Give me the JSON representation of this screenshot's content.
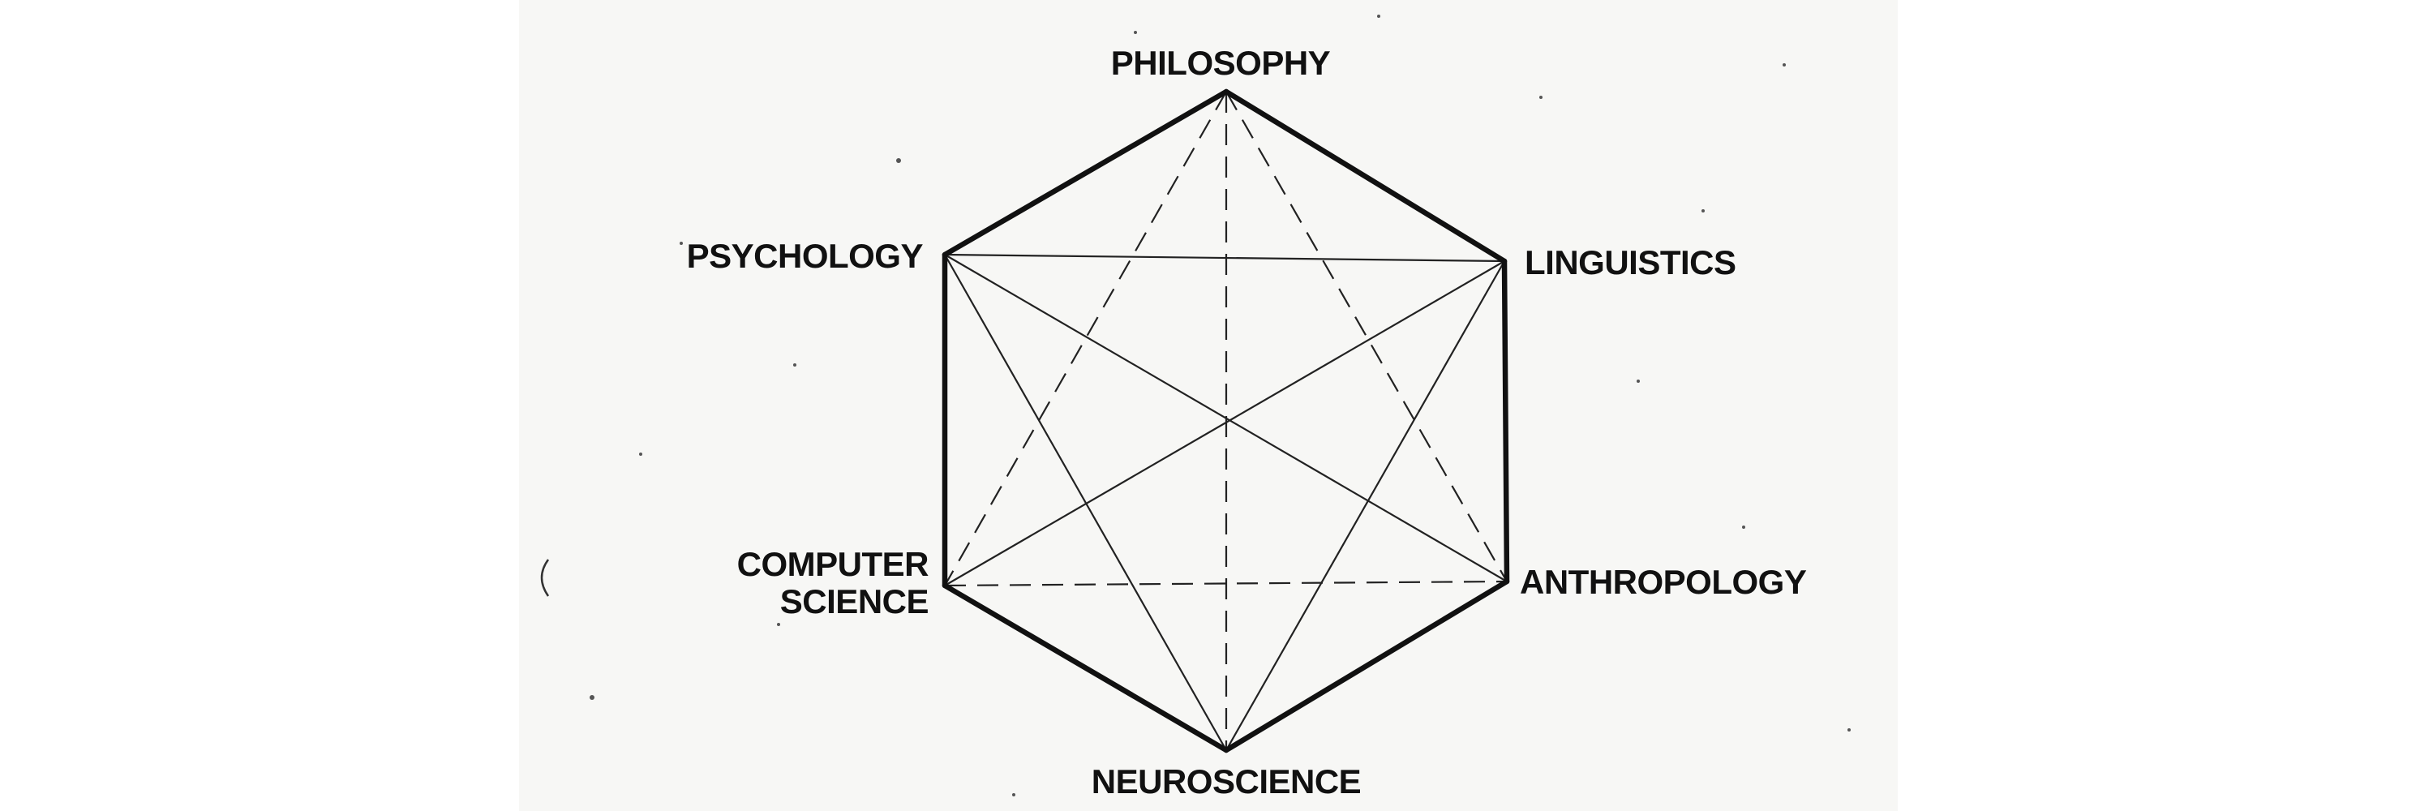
{
  "diagram": {
    "nodes": [
      {
        "id": "philosophy",
        "lines": [
          "PHILOSOPHY"
        ]
      },
      {
        "id": "linguistics",
        "lines": [
          "LINGUISTICS"
        ]
      },
      {
        "id": "anthropology",
        "lines": [
          "ANTHROPOLOGY"
        ]
      },
      {
        "id": "neuroscience",
        "lines": [
          "NEUROSCIENCE"
        ]
      },
      {
        "id": "computer-science",
        "lines": [
          "COMPUTER",
          "SCIENCE"
        ]
      },
      {
        "id": "psychology",
        "lines": [
          "PSYCHOLOGY"
        ]
      }
    ],
    "edges": [
      {
        "from": "philosophy",
        "to": "linguistics",
        "style": "outer"
      },
      {
        "from": "linguistics",
        "to": "anthropology",
        "style": "outer"
      },
      {
        "from": "anthropology",
        "to": "neuroscience",
        "style": "outer"
      },
      {
        "from": "neuroscience",
        "to": "computer-science",
        "style": "outer"
      },
      {
        "from": "computer-science",
        "to": "psychology",
        "style": "outer"
      },
      {
        "from": "psychology",
        "to": "philosophy",
        "style": "outer"
      },
      {
        "from": "psychology",
        "to": "linguistics",
        "style": "solid"
      },
      {
        "from": "psychology",
        "to": "anthropology",
        "style": "solid"
      },
      {
        "from": "psychology",
        "to": "neuroscience",
        "style": "solid"
      },
      {
        "from": "linguistics",
        "to": "computer-science",
        "style": "solid"
      },
      {
        "from": "linguistics",
        "to": "neuroscience",
        "style": "solid"
      },
      {
        "from": "philosophy",
        "to": "computer-science",
        "style": "dashed"
      },
      {
        "from": "philosophy",
        "to": "anthropology",
        "style": "dashed"
      },
      {
        "from": "philosophy",
        "to": "neuroscience",
        "style": "dashed"
      },
      {
        "from": "computer-science",
        "to": "anthropology",
        "style": "dashed"
      }
    ]
  }
}
